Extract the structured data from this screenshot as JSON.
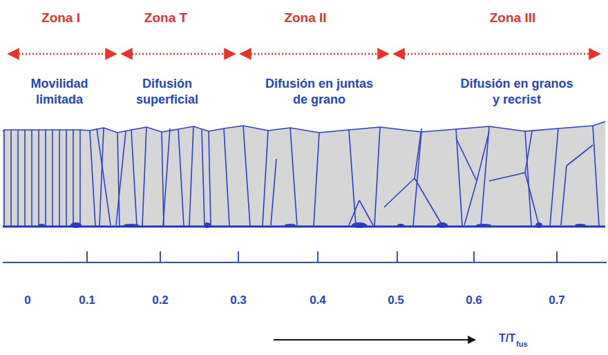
{
  "diagram": {
    "labels": [
      "Zona I",
      "Zona T",
      "Zona II",
      "Zona III",
      "Movilidad limitada",
      "Difusión superficial",
      "Difusión en juntas de grano",
      "Difusión en granos y recrist",
      "0",
      "0.1",
      "0.2",
      "0.3",
      "0.4",
      "0.5",
      "0.6",
      "0.7",
      "T/T",
      "fus"
    ]
  }
}
